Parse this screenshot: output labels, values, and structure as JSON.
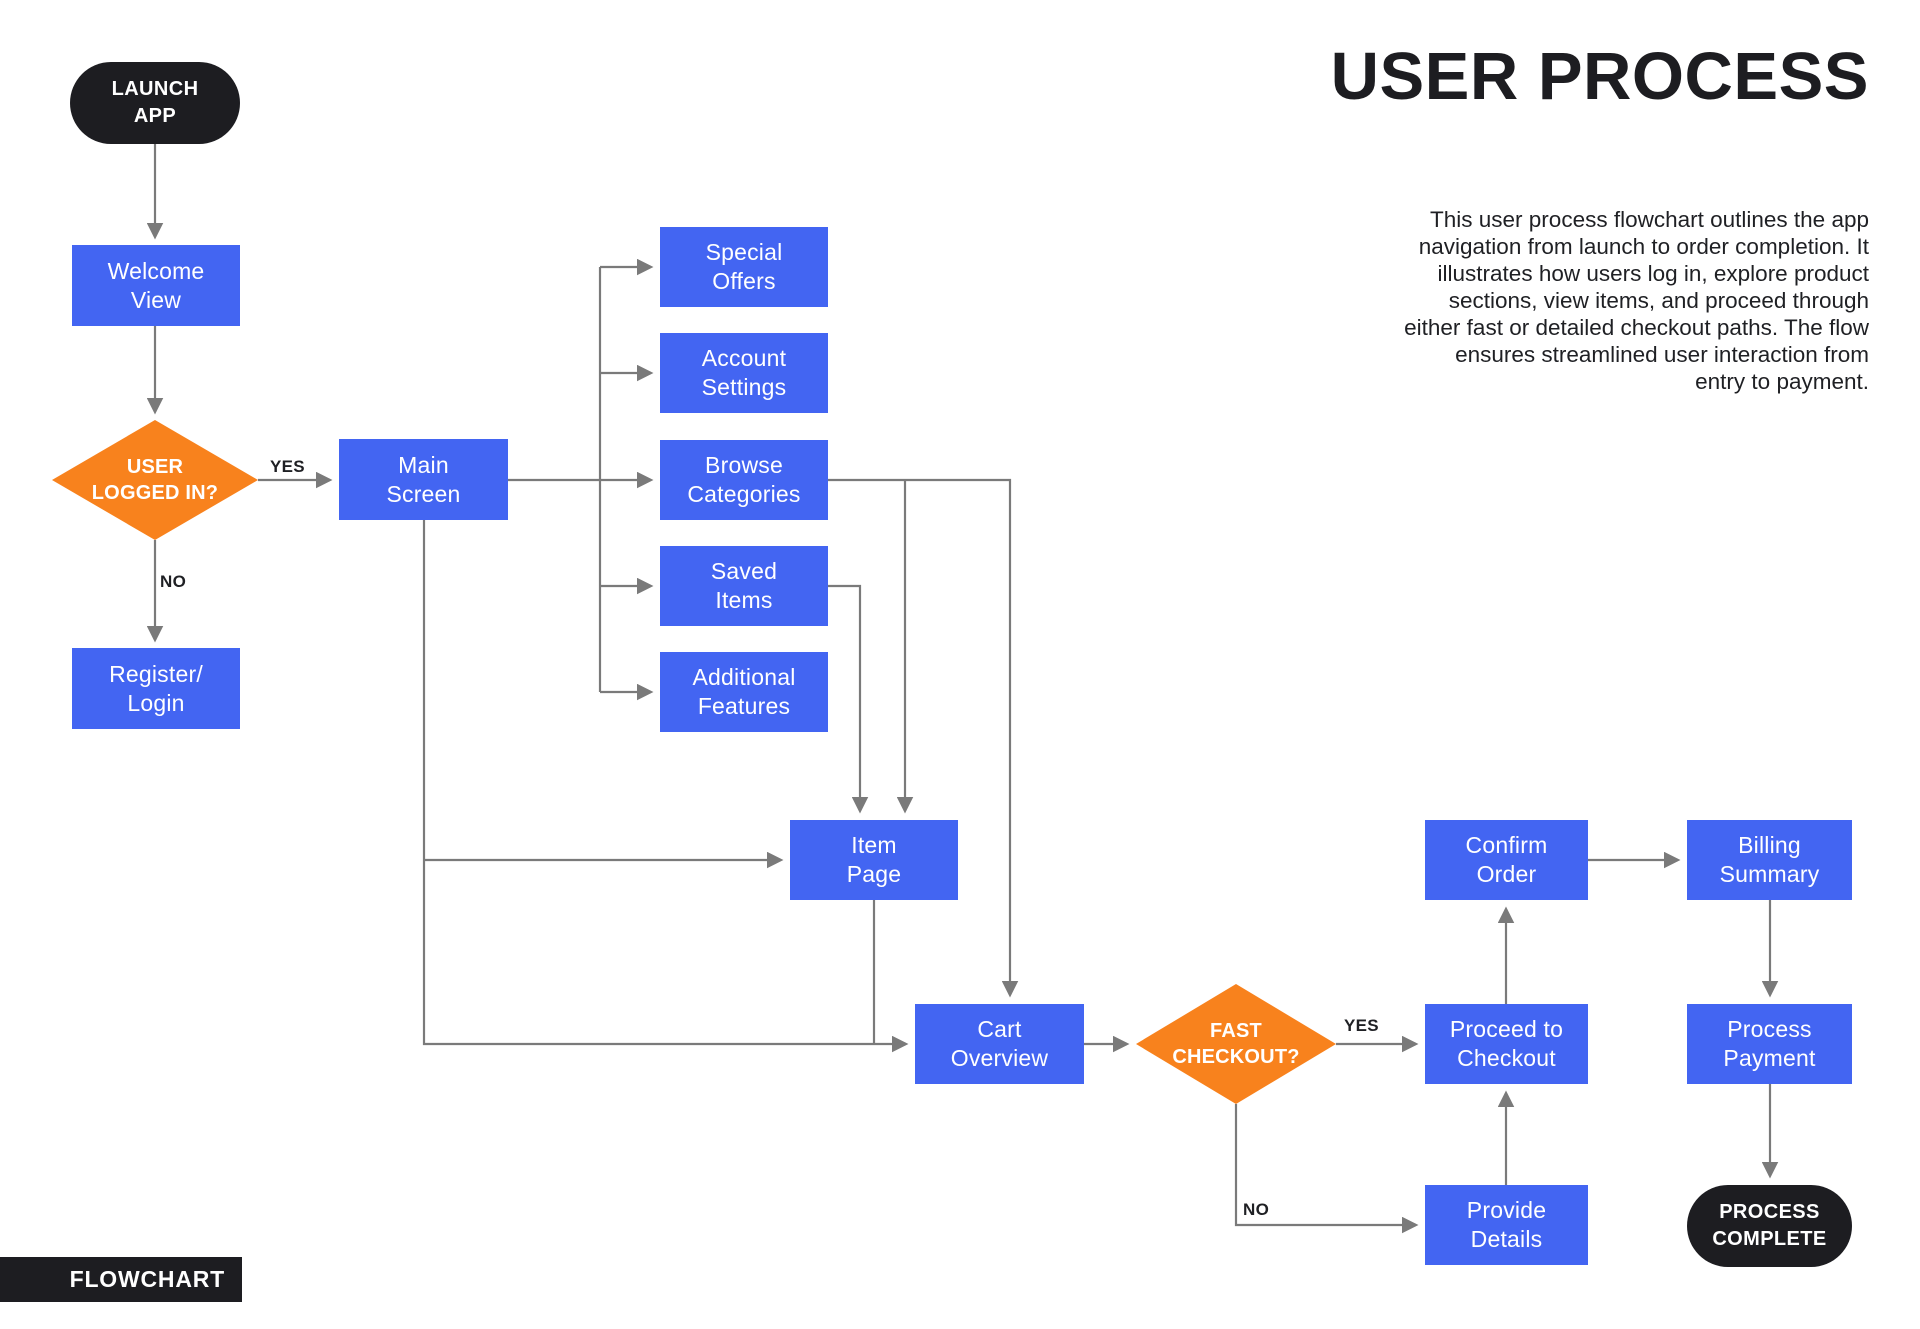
{
  "title": {
    "lines": [
      "USER",
      "PROCESS"
    ]
  },
  "description": "This user process flowchart outlines the app navigation from launch to order completion. It illustrates how users log in, explore product sections, view items, and proceed through either fast or detailed checkout paths. The flow ensures streamlined user interaction from entry to payment.",
  "footer": {
    "label": "FLOWCHART"
  },
  "colors": {
    "process_box_blue": "#4365F2",
    "decision_diamond_orange": "#F8821D",
    "terminator_black": "#1D1D21",
    "connector_gray": "#7A7A7A",
    "background": "#FFFFFF"
  },
  "nodes": {
    "launch_app": {
      "type": "terminator",
      "lines": [
        "LAUNCH",
        "APP"
      ]
    },
    "welcome_view": {
      "type": "process",
      "lines": [
        "Welcome",
        "View"
      ]
    },
    "user_logged_in": {
      "type": "decision",
      "lines": [
        "USER",
        "LOGGED IN?"
      ]
    },
    "main_screen": {
      "type": "process",
      "lines": [
        "Main",
        "Screen"
      ]
    },
    "register_login": {
      "type": "process",
      "lines": [
        "Register/",
        "Login"
      ]
    },
    "special_offers": {
      "type": "process",
      "lines": [
        "Special",
        "Offers"
      ]
    },
    "account_settings": {
      "type": "process",
      "lines": [
        "Account",
        "Settings"
      ]
    },
    "browse_categories": {
      "type": "process",
      "lines": [
        "Browse",
        "Categories"
      ]
    },
    "saved_items": {
      "type": "process",
      "lines": [
        "Saved",
        "Items"
      ]
    },
    "additional_features": {
      "type": "process",
      "lines": [
        "Additional",
        "Features"
      ]
    },
    "item_page": {
      "type": "process",
      "lines": [
        "Item",
        "Page"
      ]
    },
    "cart_overview": {
      "type": "process",
      "lines": [
        "Cart",
        "Overview"
      ]
    },
    "fast_checkout": {
      "type": "decision",
      "lines": [
        "FAST",
        "CHECKOUT?"
      ]
    },
    "proceed_to_checkout": {
      "type": "process",
      "lines": [
        "Proceed to",
        "Checkout"
      ]
    },
    "provide_details": {
      "type": "process",
      "lines": [
        "Provide",
        "Details"
      ]
    },
    "confirm_order": {
      "type": "process",
      "lines": [
        "Confirm",
        "Order"
      ]
    },
    "billing_summary": {
      "type": "process",
      "lines": [
        "Billing",
        "Summary"
      ]
    },
    "process_payment": {
      "type": "process",
      "lines": [
        "Process",
        "Payment"
      ]
    },
    "process_complete": {
      "type": "terminator",
      "lines": [
        "PROCESS",
        "COMPLETE"
      ]
    }
  },
  "edge_labels": {
    "logged_in_yes": "YES",
    "logged_in_no": "NO",
    "fast_checkout_yes": "YES",
    "fast_checkout_no": "NO"
  },
  "edges": [
    {
      "from": "launch_app",
      "to": "welcome_view"
    },
    {
      "from": "welcome_view",
      "to": "user_logged_in"
    },
    {
      "from": "user_logged_in",
      "to": "main_screen",
      "label": "YES"
    },
    {
      "from": "user_logged_in",
      "to": "register_login",
      "label": "NO"
    },
    {
      "from": "main_screen",
      "to": "special_offers"
    },
    {
      "from": "main_screen",
      "to": "account_settings"
    },
    {
      "from": "main_screen",
      "to": "browse_categories"
    },
    {
      "from": "main_screen",
      "to": "saved_items"
    },
    {
      "from": "main_screen",
      "to": "additional_features"
    },
    {
      "from": "main_screen",
      "to": "item_page"
    },
    {
      "from": "main_screen",
      "to": "cart_overview"
    },
    {
      "from": "browse_categories",
      "to": "item_page"
    },
    {
      "from": "browse_categories",
      "to": "cart_overview"
    },
    {
      "from": "saved_items",
      "to": "item_page"
    },
    {
      "from": "item_page",
      "to": "cart_overview"
    },
    {
      "from": "cart_overview",
      "to": "fast_checkout"
    },
    {
      "from": "fast_checkout",
      "to": "proceed_to_checkout",
      "label": "YES"
    },
    {
      "from": "fast_checkout",
      "to": "provide_details",
      "label": "NO"
    },
    {
      "from": "provide_details",
      "to": "proceed_to_checkout"
    },
    {
      "from": "proceed_to_checkout",
      "to": "confirm_order"
    },
    {
      "from": "confirm_order",
      "to": "billing_summary"
    },
    {
      "from": "billing_summary",
      "to": "process_payment"
    },
    {
      "from": "process_payment",
      "to": "process_complete"
    }
  ]
}
